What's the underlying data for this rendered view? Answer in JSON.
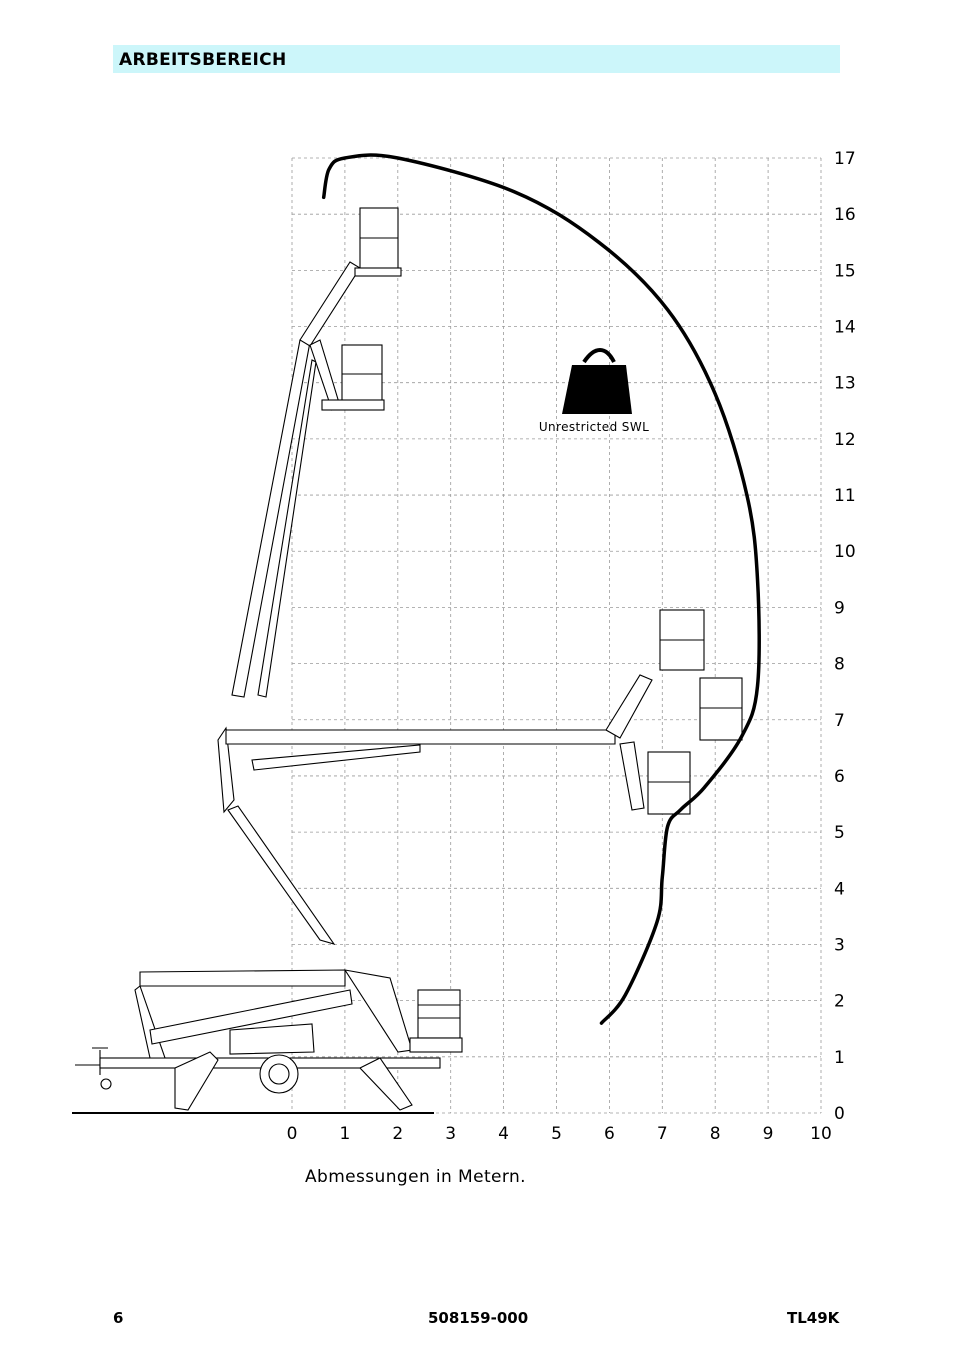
{
  "header": {
    "title": "ARBEITSBEREICH",
    "color": "#ccf6fa"
  },
  "diagram": {
    "x_ticks": [
      "0",
      "1",
      "2",
      "3",
      "4",
      "5",
      "6",
      "7",
      "8",
      "9",
      "10"
    ],
    "y_ticks": [
      "0",
      "1",
      "2",
      "3",
      "4",
      "5",
      "6",
      "7",
      "8",
      "9",
      "10",
      "11",
      "12",
      "13",
      "14",
      "15",
      "16",
      "17"
    ],
    "x_range": [
      0,
      10
    ],
    "y_range": [
      0,
      17
    ],
    "grid": "dashed",
    "load_label": "Unrestricted SWL",
    "envelope_points": [
      [
        5.85,
        1.6
      ],
      [
        6.3,
        2.1
      ],
      [
        6.9,
        3.4
      ],
      [
        7.0,
        4.2
      ],
      [
        7.1,
        5.1
      ],
      [
        7.35,
        5.4
      ],
      [
        7.8,
        5.8
      ],
      [
        8.5,
        6.7
      ],
      [
        8.8,
        7.6
      ],
      [
        8.8,
        9.5
      ],
      [
        8.6,
        11.0
      ],
      [
        8.0,
        12.8
      ],
      [
        7.1,
        14.3
      ],
      [
        5.8,
        15.5
      ],
      [
        4.2,
        16.4
      ],
      [
        2.0,
        17.0
      ],
      [
        1.0,
        17.0
      ],
      [
        0.7,
        16.8
      ],
      [
        0.6,
        16.3
      ]
    ]
  },
  "caption": "Abmessungen in Metern.",
  "footer": {
    "page": "6",
    "doc_number": "508159-000",
    "model": "TL49K"
  }
}
